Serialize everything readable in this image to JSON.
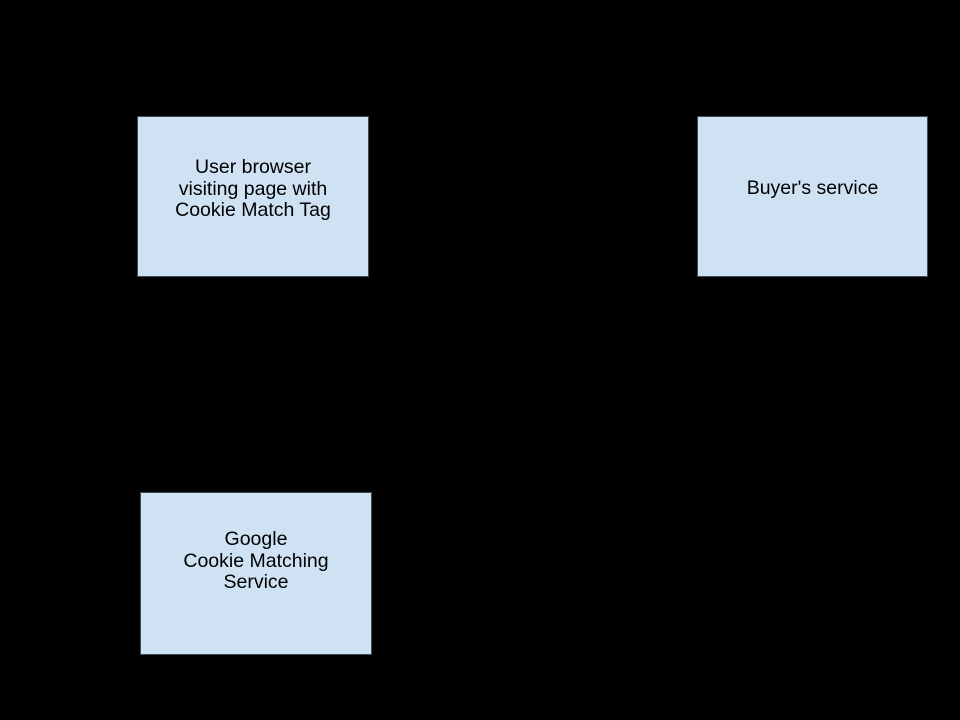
{
  "page": {
    "background": "#000000"
  },
  "diagram": {
    "type": "flow-diagram",
    "node_fill": "#cfe2f3",
    "node_border": "#3f4a52",
    "node_text_color": "#000000",
    "nodes": [
      {
        "id": "user-browser",
        "label": "User browser visiting page with Cookie Match Tag",
        "lines": [
          "User browser",
          "visiting page with",
          "Cookie Match Tag"
        ],
        "fill": "#cfe2f3",
        "border_color": "#3f4a52",
        "text_color": "#000000"
      },
      {
        "id": "buyers-service",
        "label": "Buyer's service",
        "lines": [
          "Buyer's service"
        ],
        "fill": "#cfe2f3",
        "border_color": "#3f4a52",
        "text_color": "#000000"
      },
      {
        "id": "google-cookie-matching-service",
        "label": "Google Cookie Matching Service",
        "lines": [
          "Google",
          "Cookie Matching",
          "Service"
        ],
        "fill": "#cfe2f3",
        "border_color": "#3f4a52",
        "text_color": "#000000"
      }
    ]
  }
}
